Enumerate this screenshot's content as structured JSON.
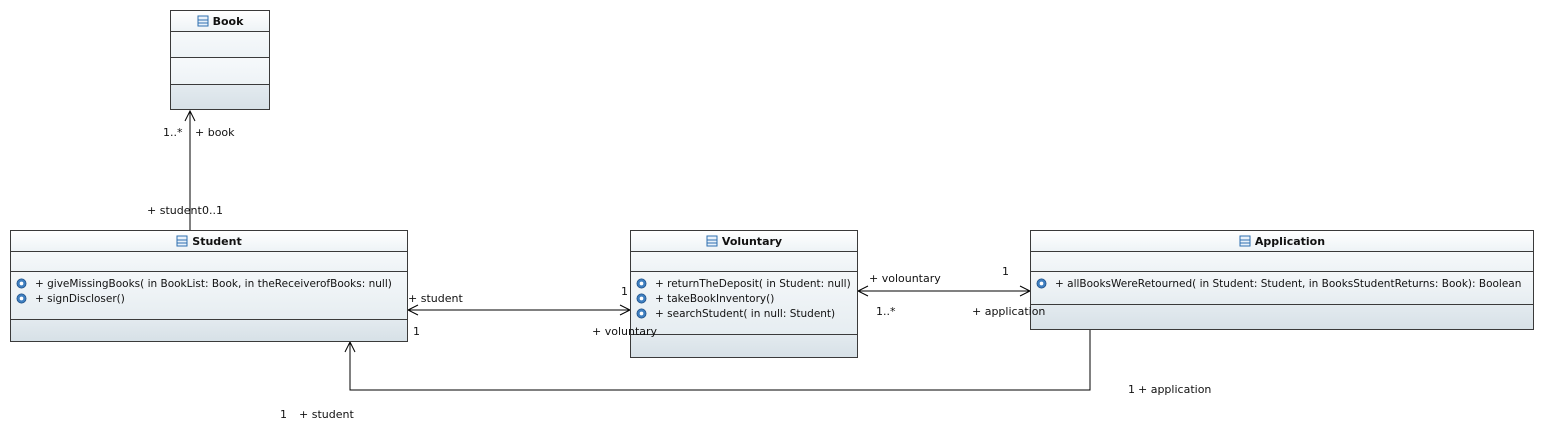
{
  "classes": {
    "book": {
      "name": "Book"
    },
    "student": {
      "name": "Student",
      "operations": [
        "+ giveMissingBooks(  in BookList: Book,   in theReceiverofBooks: null)",
        "+ signDiscloser()"
      ]
    },
    "voluntary": {
      "name": "Voluntary",
      "operations": [
        "+ returnTheDeposit(  in Student: null)",
        "+ takeBookInventory()",
        "+ searchStudent(  in null: Student)"
      ]
    },
    "application": {
      "name": "Application",
      "operations": [
        "+ allBooksWereRetourned(  in Student: Student,   in BooksStudentReturns: Book): Boolean"
      ]
    }
  },
  "associations": {
    "student_book": {
      "book_role": "+ book",
      "book_multiplicity": "1..*",
      "student_role": "+ student",
      "student_multiplicity": "0..1"
    },
    "student_voluntary": {
      "student_role": "+ student",
      "student_multiplicity": "1",
      "voluntary_multiplicity": "1",
      "voluntary_role": "+ voluntary"
    },
    "voluntary_application": {
      "voluntary_role": "+ volountary",
      "voluntary_multiplicity": "1..*",
      "application_multiplicity": "1",
      "application_role": "+ application"
    },
    "application_student": {
      "application_multiplicity": "1",
      "application_role": "+ application",
      "student_multiplicity": "1",
      "student_role": "+ student"
    }
  },
  "icons": {
    "class": "class-icon",
    "operation": "operation-gear-icon"
  },
  "colors": {
    "border": "#3a3a3a",
    "compartment": "#d7e1e7",
    "icon_blue": "#2f6fb0"
  }
}
